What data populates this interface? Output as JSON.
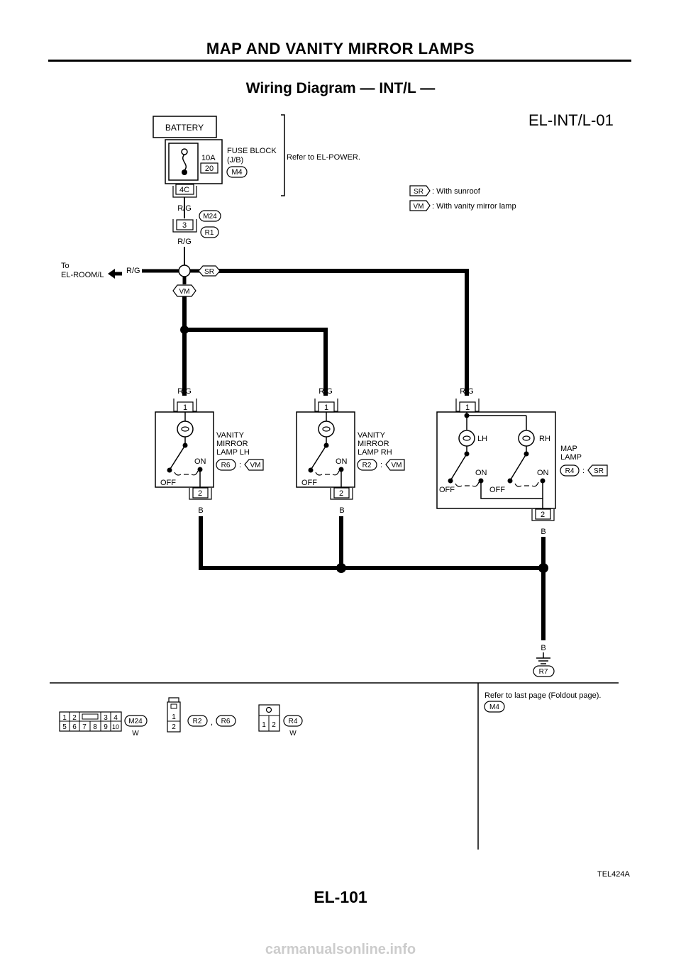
{
  "header": {
    "section_title": "MAP AND VANITY MIRROR LAMPS",
    "page_heading": "Wiring Diagram — INT/L —",
    "page_number": "EL-101"
  },
  "diagram": {
    "code": "EL-INT/L-01",
    "figure_id": "TEL424A",
    "battery": "BATTERY",
    "fuse_amp": "10A",
    "fuse_no": "20",
    "fuse_block_line1": "FUSE BLOCK",
    "fuse_block_line2": "(J/B)",
    "fuse_connector": "M4",
    "fuse_terminal": "4C",
    "refer_power": "Refer to EL-POWER.",
    "legend": [
      {
        "code": "SR",
        "text": ": With sunroof"
      },
      {
        "code": "VM",
        "text": ": With vanity mirror lamp"
      }
    ],
    "wire_rg": "R/G",
    "wire_b": "B",
    "joint_conn_top": "M24",
    "joint_conn_bottom": "R1",
    "joint_terminal": "3",
    "to_label_1": "To",
    "to_label_2": "EL-ROOM/L",
    "sr_tag": "SR",
    "vm_tag": "VM",
    "term1": "1",
    "term2": "2",
    "colon": ":",
    "on": "ON",
    "off": "OFF",
    "vanity_lh": {
      "line1": "VANITY",
      "line2": "MIRROR",
      "line3": "LAMP LH",
      "conn": "R6",
      "tag": "VM"
    },
    "vanity_rh": {
      "line1": "VANITY",
      "line2": "MIRROR",
      "line3": "LAMP RH",
      "conn": "R2",
      "tag": "VM"
    },
    "map_lamp": {
      "line1": "MAP",
      "line2": "LAMP",
      "conn": "R4",
      "tag": "SR",
      "lh": "LH",
      "rh": "RH"
    },
    "ground": "R7"
  },
  "connectors": {
    "m24": {
      "pins_top": [
        "1",
        "2",
        "3",
        "4"
      ],
      "pins_bottom": [
        "5",
        "6",
        "7",
        "8",
        "9",
        "10"
      ],
      "name": "M24",
      "color": "W"
    },
    "r2r6": {
      "pins": [
        "1",
        "2"
      ],
      "name1": "R2",
      "sep": ",",
      "name2": "R6"
    },
    "r4": {
      "pins": [
        "1",
        "2"
      ],
      "name": "R4",
      "color": "W"
    },
    "foldout_text": "Refer to last page (Foldout page).",
    "foldout_conn": "M4"
  },
  "watermark": "carmanualsonline.info"
}
